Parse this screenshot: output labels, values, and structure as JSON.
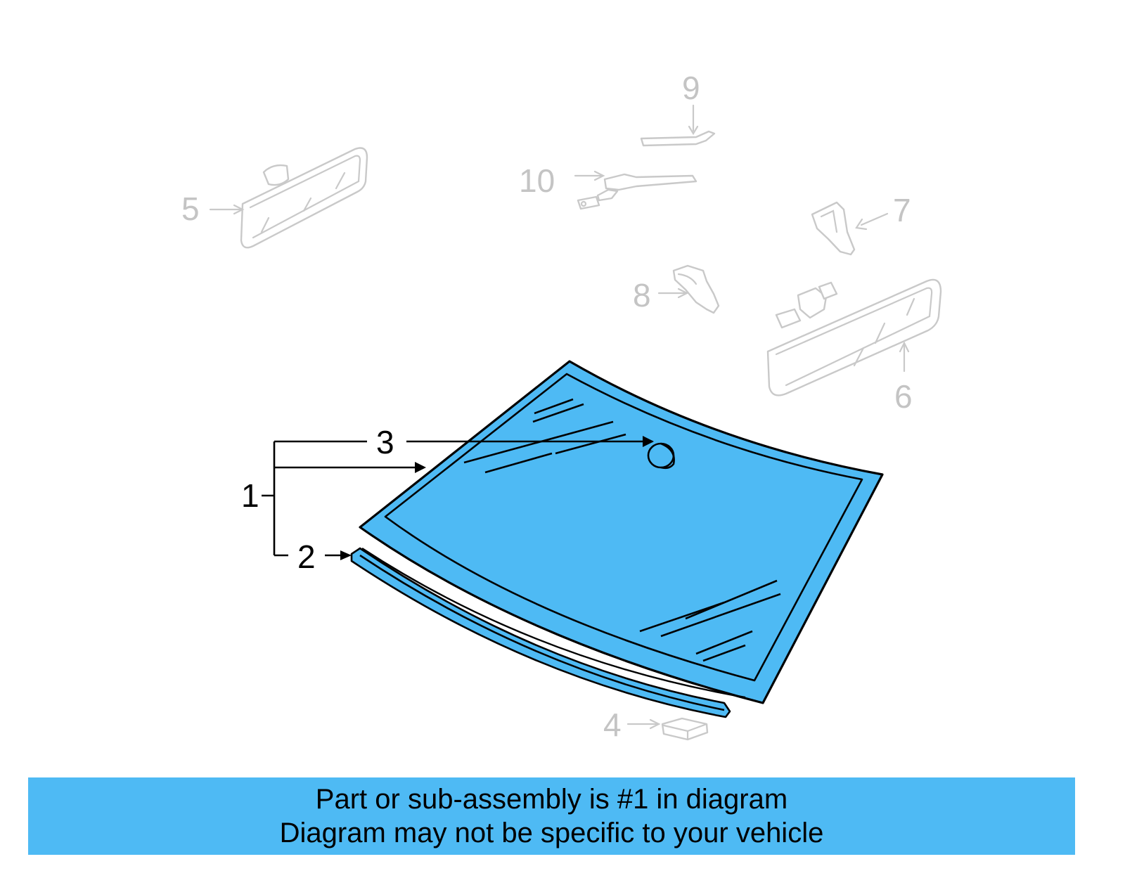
{
  "diagram": {
    "callouts": {
      "c1": "1",
      "c2": "2",
      "c3": "3",
      "c4": "4",
      "c5": "5",
      "c6": "6",
      "c7": "7",
      "c8": "8",
      "c9": "9",
      "c10": "10"
    },
    "highlight_color": "#4ebaf4",
    "faded_color": "#c4c4c4"
  },
  "banner": {
    "line1": "Part or sub-assembly is #1 in diagram",
    "line2": "Diagram may not be specific to your vehicle",
    "background": "#4ebaf4"
  }
}
